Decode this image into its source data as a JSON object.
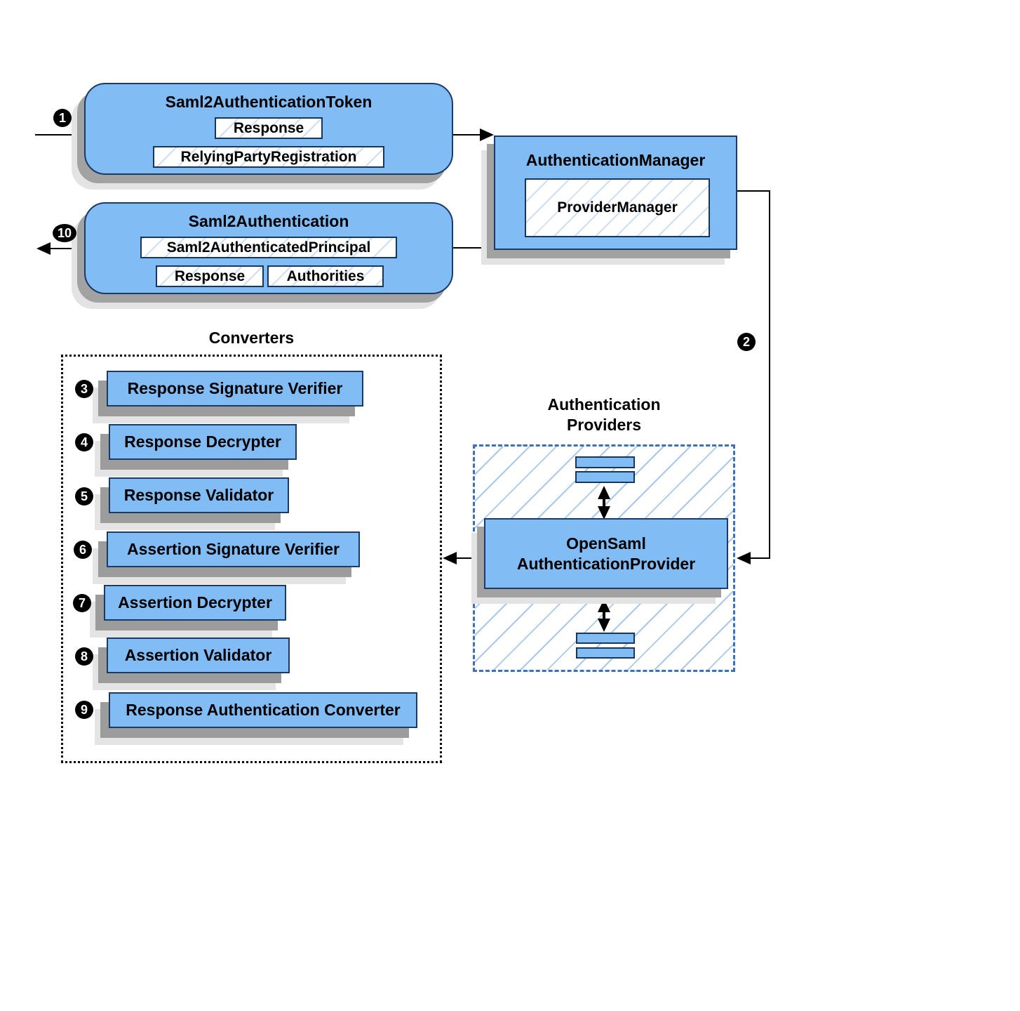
{
  "colors": {
    "node_fill": "#82bcf4",
    "node_border": "#1b3a66",
    "hatch_line": "#a9c8ea",
    "providers_dashed_border": "#3f6fb5",
    "converters_dotted_border": "#0a0a0a",
    "connector": "#000000",
    "shadow_dark": "#a2a2a2",
    "shadow_light": "#e3e3e3"
  },
  "nodes": {
    "token": {
      "title": "Saml2AuthenticationToken",
      "fields": [
        "Response",
        "RelyingPartyRegistration"
      ]
    },
    "saml2_authentication": {
      "title": "Saml2Authentication",
      "principal": "Saml2AuthenticatedPrincipal",
      "fields": [
        "Response",
        "Authorities"
      ]
    },
    "authentication_manager": {
      "title": "AuthenticationManager",
      "inner": "ProviderManager"
    },
    "opensaml_provider": {
      "line1": "OpenSaml",
      "line2": "AuthenticationProvider"
    }
  },
  "converters": {
    "title": "Converters",
    "items": [
      {
        "num": "3",
        "label": "Response Signature Verifier"
      },
      {
        "num": "4",
        "label": "Response Decrypter"
      },
      {
        "num": "5",
        "label": "Response Validator"
      },
      {
        "num": "6",
        "label": "Assertion Signature Verifier"
      },
      {
        "num": "7",
        "label": "Assertion Decrypter"
      },
      {
        "num": "8",
        "label": "Assertion Validator"
      },
      {
        "num": "9",
        "label": "Response Authentication Converter"
      }
    ]
  },
  "providers_group": {
    "title_line1": "Authentication",
    "title_line2": "Providers"
  },
  "steps": {
    "step1": "1",
    "step2": "2",
    "step10": "10"
  }
}
